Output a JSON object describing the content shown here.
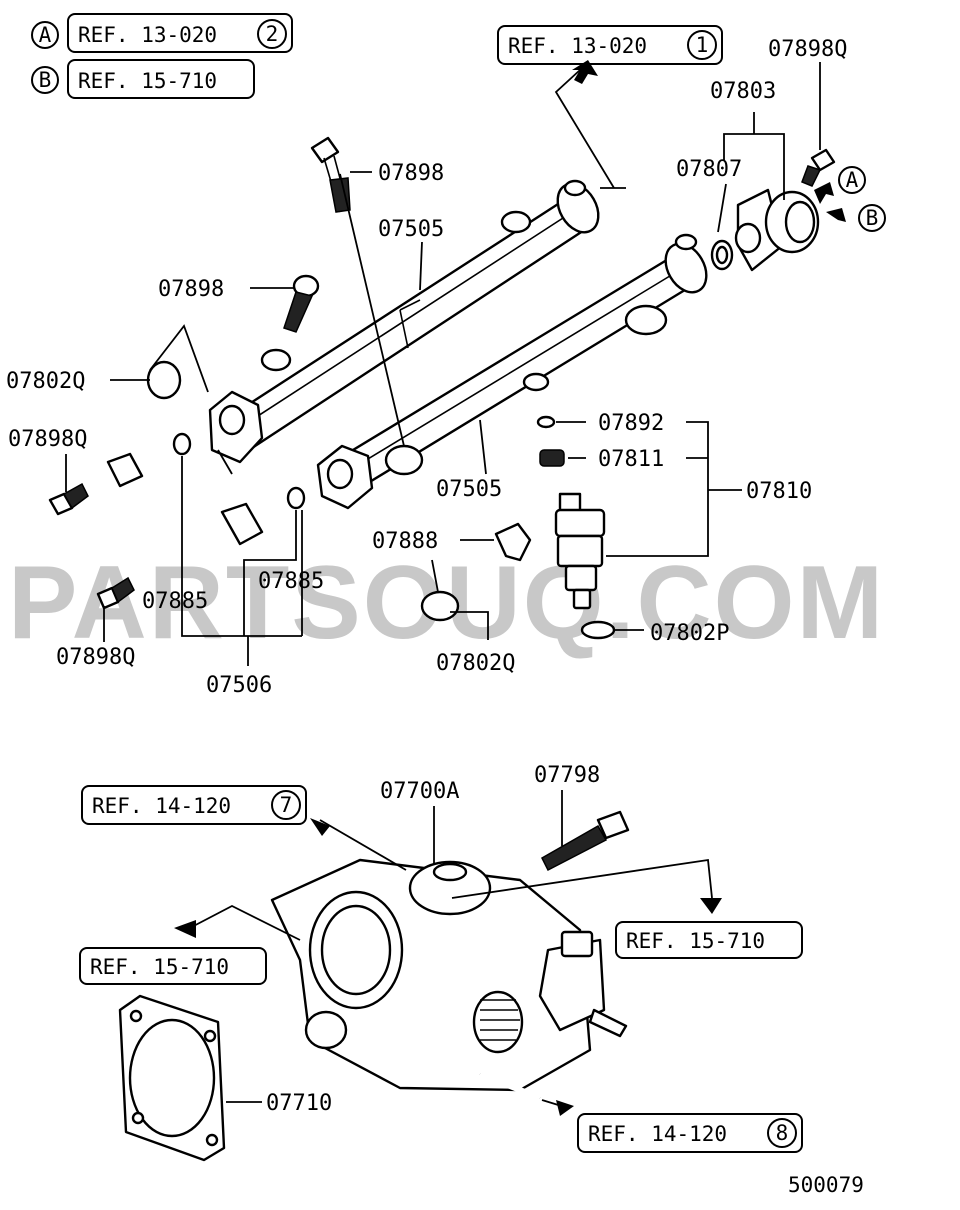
{
  "watermark": "PARTSOUQ.COM",
  "diagram_code": "500079",
  "legend": [
    {
      "letter": "A",
      "ref": "REF. 13-020",
      "circle": "2"
    },
    {
      "letter": "B",
      "ref": "REF. 15-710",
      "circle": ""
    }
  ],
  "refs": [
    {
      "text": "REF. 13-020",
      "circle": "1"
    },
    {
      "text": "REF. 14-120",
      "circle": "7"
    },
    {
      "text": "REF. 15-710",
      "circle": ""
    },
    {
      "text": "REF. 15-710",
      "circle": ""
    },
    {
      "text": "REF. 14-120",
      "circle": "8"
    }
  ],
  "arrow_letters": [
    "A",
    "B"
  ],
  "labels": [
    "07898Q",
    "07803",
    "07807",
    "07898",
    "07505",
    "07898",
    "07802Q",
    "07898Q",
    "07892",
    "07811",
    "07810",
    "07505",
    "07888",
    "07885",
    "07885",
    "07898Q",
    "07802Q",
    "07802P",
    "07506",
    "07700A",
    "07798",
    "07710"
  ]
}
